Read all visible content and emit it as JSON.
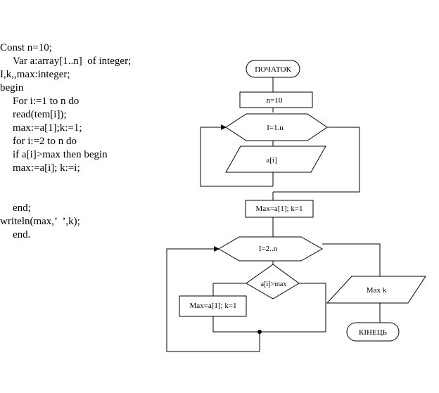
{
  "code": {
    "lines": [
      {
        "text": "Const n=10;",
        "indent": false
      },
      {
        "text": "Var a:array[1..n]  of integer;",
        "indent": true
      },
      {
        "text": "I,k,,max:integer;",
        "indent": false
      },
      {
        "text": "begin",
        "indent": false
      },
      {
        "text": "For i:=1 to n do",
        "indent": true
      },
      {
        "text": "read(tem[i]);",
        "indent": true
      },
      {
        "text": "max:=a[1];k:=1;",
        "indent": true
      },
      {
        "text": "for i:=2 to n do",
        "indent": true
      },
      {
        "text": "if a[i]>max then begin",
        "indent": true
      },
      {
        "text": "max:=a[i]; k:=i;",
        "indent": true
      },
      {
        "text": "",
        "indent": false
      },
      {
        "text": "",
        "indent": false
      },
      {
        "text": "end;",
        "indent": true
      },
      {
        "text": "writeln(max,’  ’,k);",
        "indent": false
      },
      {
        "text": "end.",
        "indent": true
      }
    ]
  },
  "flowchart": {
    "start": "ПОЧАТОК",
    "init_n": "n=10",
    "loop1": "I=1.n",
    "input": "a[i]",
    "init_max": "Max=a[1]; k=1",
    "loop2": "I=2..n",
    "condition": "a[i]>max",
    "assign": "Max=a[1]; k=1",
    "output": "Max k",
    "end": "КІНЕЦЬ"
  }
}
